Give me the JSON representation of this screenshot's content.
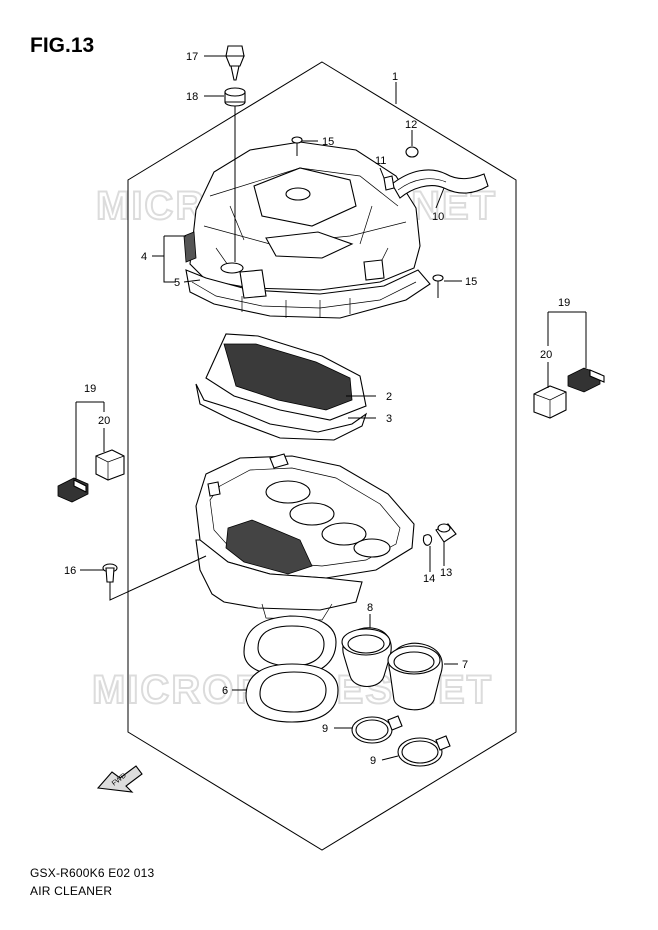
{
  "figure": {
    "title": "FIG.13",
    "model_code": "GSX-R600K6 E02 013",
    "assembly_name": "AIR CLEANER",
    "watermark": "MICROFICHES.NET"
  },
  "callouts": [
    {
      "id": "c1",
      "text": "1"
    },
    {
      "id": "c2",
      "text": "2"
    },
    {
      "id": "c3",
      "text": "3"
    },
    {
      "id": "c4",
      "text": "4"
    },
    {
      "id": "c5",
      "text": "5"
    },
    {
      "id": "c6",
      "text": "6"
    },
    {
      "id": "c7",
      "text": "7"
    },
    {
      "id": "c8",
      "text": "8"
    },
    {
      "id": "c9a",
      "text": "9"
    },
    {
      "id": "c9b",
      "text": "9"
    },
    {
      "id": "c10",
      "text": "10"
    },
    {
      "id": "c11",
      "text": "11"
    },
    {
      "id": "c12",
      "text": "12"
    },
    {
      "id": "c13",
      "text": "13"
    },
    {
      "id": "c14",
      "text": "14"
    },
    {
      "id": "c15a",
      "text": "15"
    },
    {
      "id": "c15b",
      "text": "15"
    },
    {
      "id": "c16",
      "text": "16"
    },
    {
      "id": "c17",
      "text": "17"
    },
    {
      "id": "c18",
      "text": "18"
    },
    {
      "id": "c19a",
      "text": "19"
    },
    {
      "id": "c19b",
      "text": "19"
    },
    {
      "id": "c20a",
      "text": "20"
    },
    {
      "id": "c20b",
      "text": "20"
    }
  ],
  "fwd_arrow": {
    "label": "FWD"
  }
}
